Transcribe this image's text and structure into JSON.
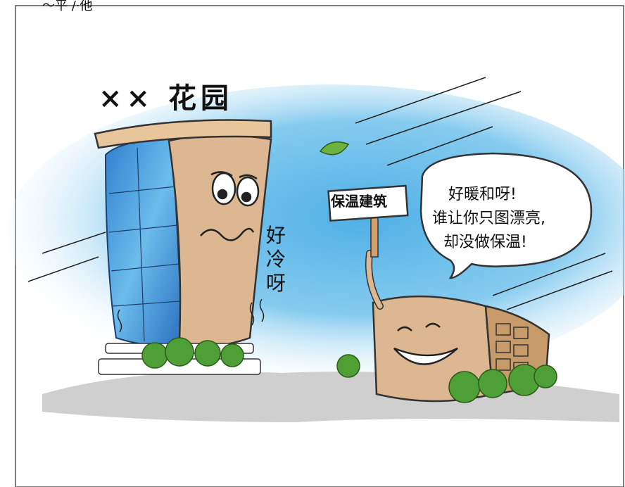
{
  "top_caption": "～平 /·他",
  "building_sign": "×× 花园",
  "placard": "保温建筑",
  "shiver_text": "好冷呀",
  "speech_bubble": {
    "line1": "好暖和呀!",
    "line2": "谁让你只图漂亮,",
    "line3": "却没做保温!"
  },
  "colors": {
    "sky_blue": "#5bb8e6",
    "ground_gray": "#c9c9c9",
    "building_tan": "#dcb791",
    "glass_blue": "#3f8fd8",
    "bush_green": "#4f9f37",
    "roof_tan": "#e8c59b"
  }
}
